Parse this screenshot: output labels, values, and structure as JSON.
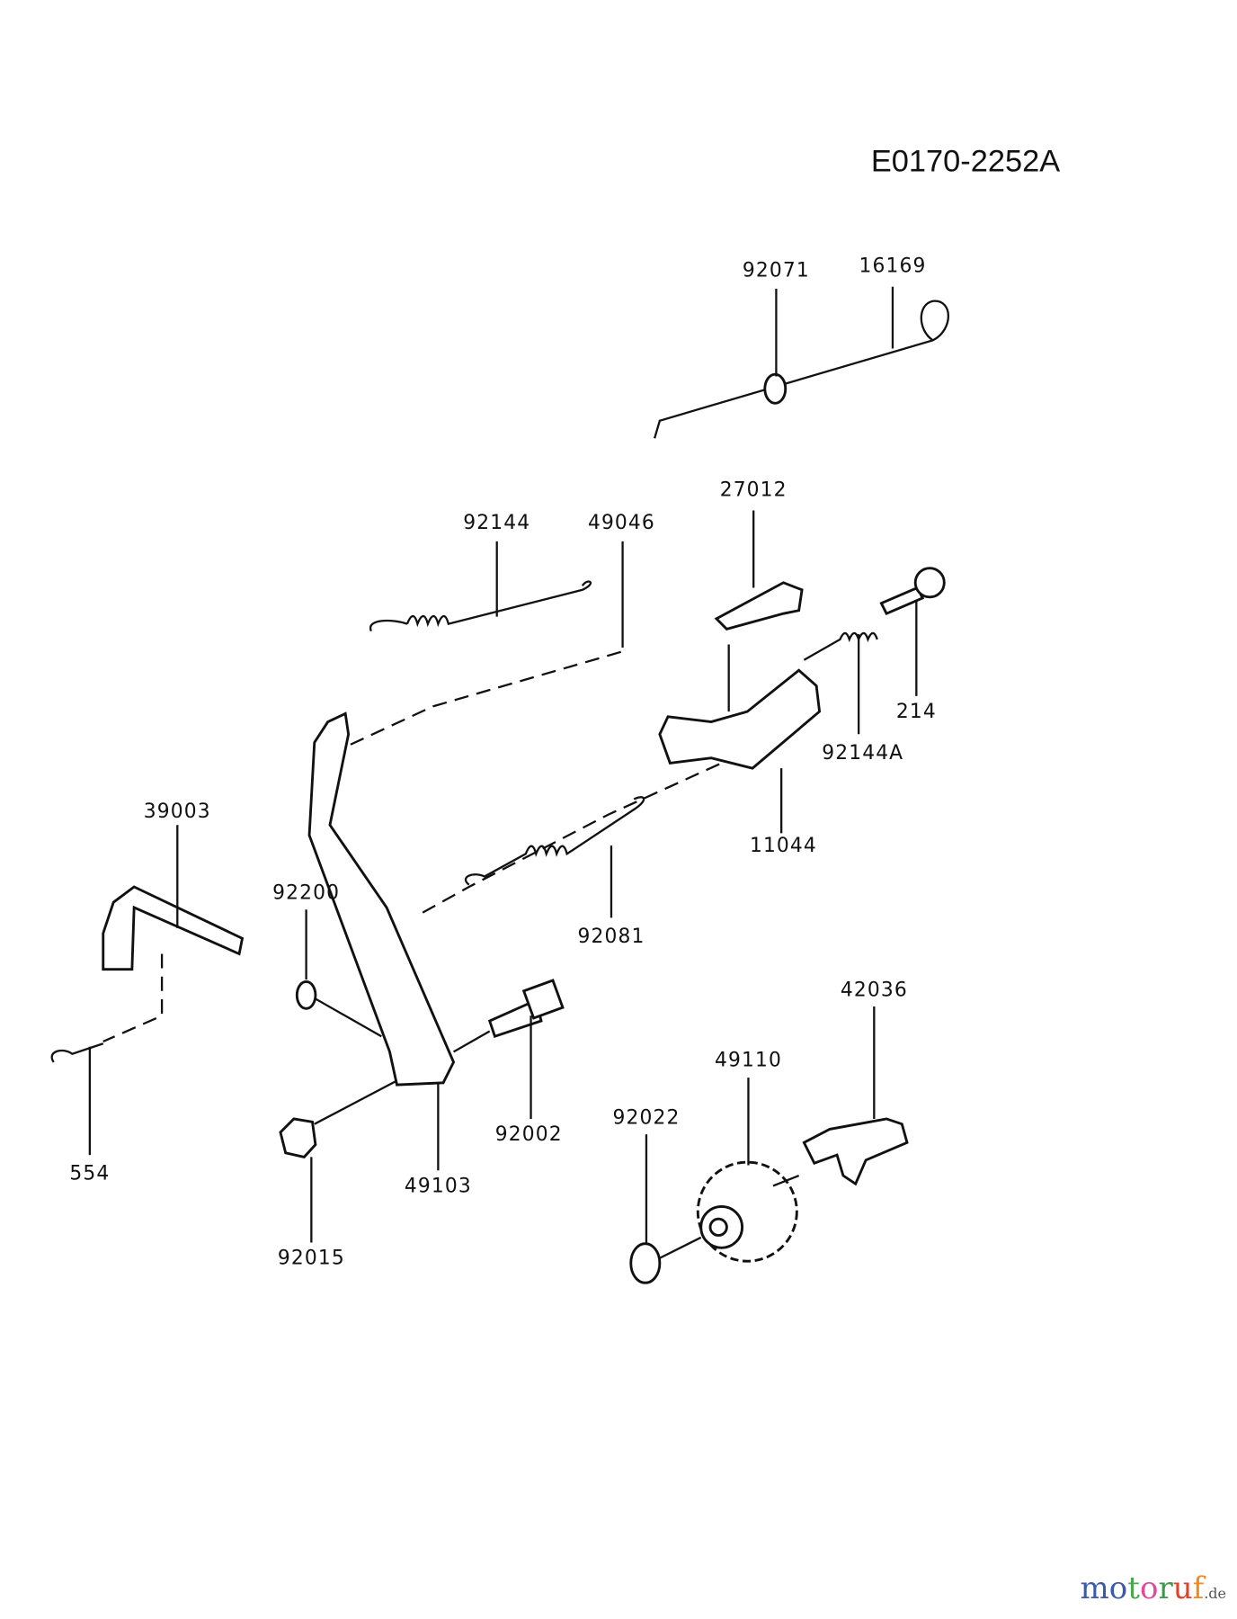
{
  "diagram_code": "E0170-2252A",
  "parts": [
    {
      "id": "92071",
      "label": "92071"
    },
    {
      "id": "16169",
      "label": "16169"
    },
    {
      "id": "27012",
      "label": "27012"
    },
    {
      "id": "92144",
      "label": "92144"
    },
    {
      "id": "49046",
      "label": "49046"
    },
    {
      "id": "214",
      "label": "214"
    },
    {
      "id": "92144A",
      "label": "92144A"
    },
    {
      "id": "11044",
      "label": "11044"
    },
    {
      "id": "39003",
      "label": "39003"
    },
    {
      "id": "92200",
      "label": "92200"
    },
    {
      "id": "92081",
      "label": "92081"
    },
    {
      "id": "42036",
      "label": "42036"
    },
    {
      "id": "49110",
      "label": "49110"
    },
    {
      "id": "92002",
      "label": "92002"
    },
    {
      "id": "92022",
      "label": "92022"
    },
    {
      "id": "554",
      "label": "554"
    },
    {
      "id": "49103",
      "label": "49103"
    },
    {
      "id": "92015",
      "label": "92015"
    }
  ],
  "watermark": {
    "text": "motoruf",
    "suffix": ".de",
    "colors": [
      "#3b5aa8",
      "#3b5aa8",
      "#4aa84a",
      "#e04a9a",
      "#3b9a4a",
      "#e0402a",
      "#f08a20",
      "#f0c020"
    ]
  }
}
